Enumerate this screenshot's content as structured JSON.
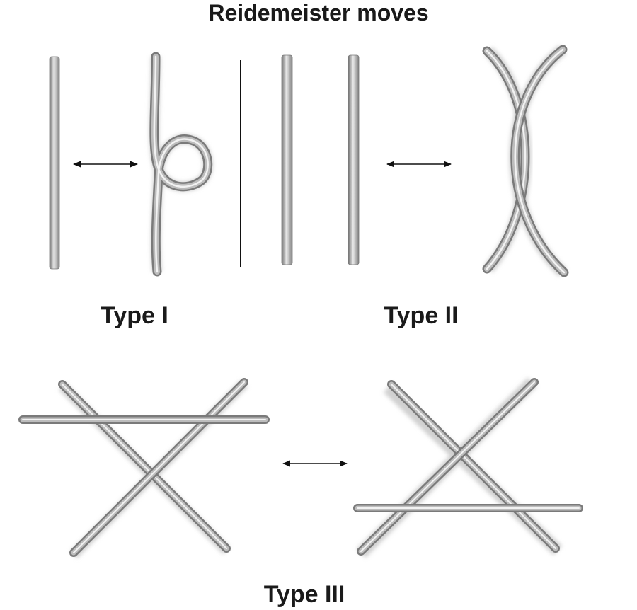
{
  "title": "Reidemeister moves",
  "moves": [
    {
      "label": "Type I"
    },
    {
      "label": "Type II"
    },
    {
      "label": "Type III"
    }
  ],
  "colors": {
    "strand_dark": "#6e6e6e",
    "strand_mid": "#a3a3a3",
    "strand_light": "#ececec",
    "shadow": "#c8c8c8",
    "arrow": "#111111",
    "divider": "#111111",
    "text": "#1a1a1a"
  },
  "icons": {
    "equivalence_arrow": "double-headed-arrow"
  }
}
